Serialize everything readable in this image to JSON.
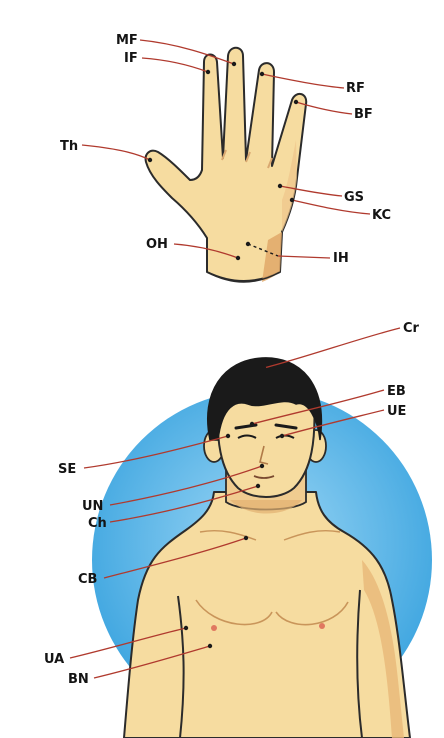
{
  "colors": {
    "skin": "#f6dca0",
    "skin_shadow": "#e8b878",
    "outline": "#2b2b2b",
    "hair": "#1a1a1a",
    "sky": "#4fb4e8",
    "pointer_line": "#b03a2e",
    "label_text": "#141414",
    "dot": "#1a1a1a"
  },
  "hand_labels": {
    "mf": "MF",
    "if": "IF",
    "rf": "RF",
    "bf": "BF",
    "th": "Th",
    "gs": "GS",
    "kc": "KC",
    "oh": "OH",
    "ih": "IH"
  },
  "body_labels": {
    "cr": "Cr",
    "eb": "EB",
    "ue": "UE",
    "se": "SE",
    "un": "UN",
    "ch": "Ch",
    "cb": "CB",
    "ua": "UA",
    "bn": "BN"
  }
}
